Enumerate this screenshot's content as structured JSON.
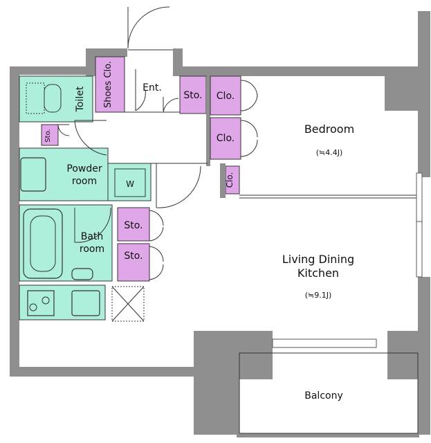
{
  "rooms": {
    "toilet": "Toilet",
    "sto_small": "Sto.",
    "shoes_clo": "Shoes Clo.",
    "entrance": "Ent.",
    "sto_entry": "Sto.",
    "clo_1": "Clo.",
    "clo_2": "Clo.",
    "clo_3": "Clo.",
    "bedroom": "Bedroom",
    "bedroom_size": "(≒4.4J)",
    "powder_line1": "Powder",
    "powder_line2": "room",
    "washer": "W",
    "bath_line1": "Bath",
    "bath_line2": "room",
    "sto_upper": "Sto.",
    "sto_lower": "Sto.",
    "ldk_line1": "Living Dining",
    "ldk_line2": "Kitchen",
    "ldk_size": "(≒9.1J)",
    "balcony": "Balcony"
  },
  "colors": {
    "wall": "#8f8f8f",
    "wet_area": "#aeeedd",
    "storage": "#dfa6e8"
  }
}
